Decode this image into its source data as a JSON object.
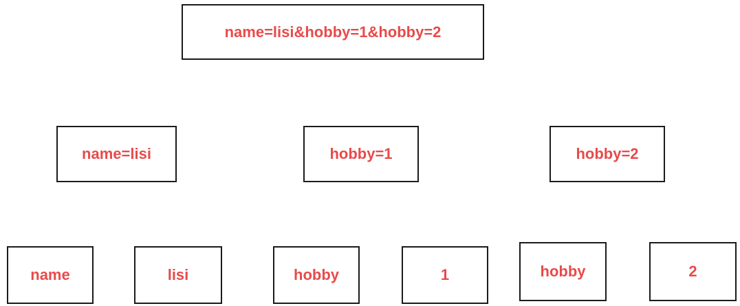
{
  "text_color": "#e84a4a",
  "border_color": "#1a1a1a",
  "root": {
    "label": "name=lisi&hobby=1&hobby=2"
  },
  "pairs": [
    {
      "label": "name=lisi"
    },
    {
      "label": "hobby=1"
    },
    {
      "label": "hobby=2"
    }
  ],
  "parts": [
    {
      "label": "name"
    },
    {
      "label": "lisi"
    },
    {
      "label": "hobby"
    },
    {
      "label": "1"
    },
    {
      "label": "hobby"
    },
    {
      "label": "2"
    }
  ]
}
